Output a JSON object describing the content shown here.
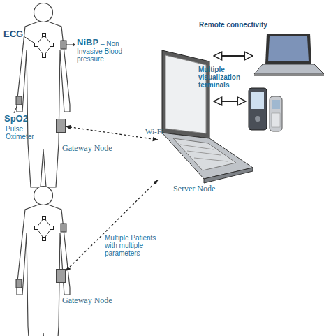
{
  "diagram": {
    "nodes": [
      {
        "text": [
          "Gateway Node"
        ]
      },
      {
        "text": [
          "Server Node"
        ]
      },
      {
        "text": [
          "Remote connectivity"
        ]
      },
      {
        "text": [
          "Multiple visualization terminals"
        ]
      },
      {
        "text": [
          "Gateway Node"
        ]
      }
    ],
    "edges": [
      {
        "from": 0,
        "to": 1,
        "arrow": "both"
      },
      {
        "from": 1,
        "to": 2,
        "arrow": "both"
      },
      {
        "from": 1,
        "to": 3,
        "arrow": "both"
      },
      {
        "from": 1,
        "to": 4,
        "arrow": "both"
      }
    ],
    "labels": [
      "ECG",
      "NiBP",
      "– Non Invasive Blood pressure",
      "SpO2",
      "Pulse Oximeter",
      "Wi-Fi",
      "Multiple Patients with multiple parameters"
    ]
  }
}
